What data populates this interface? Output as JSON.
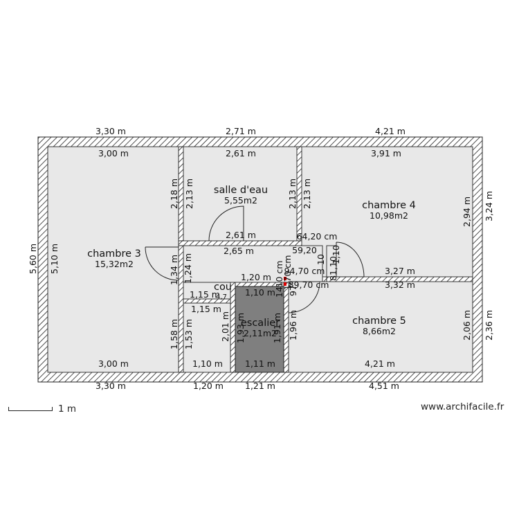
{
  "credit": "www.archifacile.fr",
  "scale": {
    "label": "1 m"
  },
  "rooms": [
    {
      "name": "chambre 3",
      "area": "15,32m2"
    },
    {
      "name": "salle d'eau",
      "area": "5,55m2"
    },
    {
      "name": "chambre 4",
      "area": "10,98m2"
    },
    {
      "name": "chambre 5",
      "area": "8,66m2"
    },
    {
      "name": "escalier",
      "area": "2,11m2"
    },
    {
      "name": "cou",
      "area": ""
    }
  ],
  "dims": {
    "top_outer_1": "3,30 m",
    "top_outer_2": "2,71 m",
    "top_outer_3": "4,21 m",
    "top_inner_1": "3,00 m",
    "top_inner_2": "2,61 m",
    "top_inner_3": "3,91 m",
    "bottom_outer_1": "3,30 m",
    "bottom_outer_2": "1,20 m",
    "bottom_outer_3": "1,21 m",
    "bottom_outer_4": "4,51 m",
    "bottom_inner_1": "3,00 m",
    "bottom_inner_2": "1,10 m",
    "bottom_inner_3": "1,11 m",
    "bottom_inner_4": "4,21 m",
    "left_outer": "5,60 m",
    "left_inner": "5,10 m",
    "right_outer_1": "3,24 m",
    "right_outer_2": "2,36 m",
    "right_inner_1": "2,94 m",
    "right_inner_2": "2,06 m",
    "sde_left_1": "2,18 m",
    "sde_left_2": "2,13 m",
    "sde_right_1": "2,13 m",
    "sde_right_2": "2,13 m",
    "sde_bottom": "2,61 m",
    "hall_top": "2,65 m",
    "hall_left_1": "1,34 m",
    "hall_left_2": "1,24 m",
    "hall_mid": "1,20 m",
    "esc_top": "1,10 m",
    "cou_top": "1,15 m",
    "cou_top2": "1,15 m",
    "cou_small": "4,7",
    "lower_left_1": "1,58 m",
    "lower_left_2": "1,53 m",
    "cou_right": "2,01 m",
    "esc_left": "1,93 m",
    "esc_right": "1,91 m",
    "ch5_left": "1,96 m",
    "ch4_bottom_1": "3,27 m",
    "ch4_bottom_2": "3,32 m",
    "small_1": "64,20 cm",
    "small_2": "59,20",
    "small_3": "94,70 cm",
    "small_4": "89,70 cm",
    "small_5": "10 cm",
    "small_6": "10",
    "small_7": "1,10",
    "small_8": "81,10",
    "small_9": "1,70 cm",
    "small_10": "97",
    "small_11": "14"
  }
}
